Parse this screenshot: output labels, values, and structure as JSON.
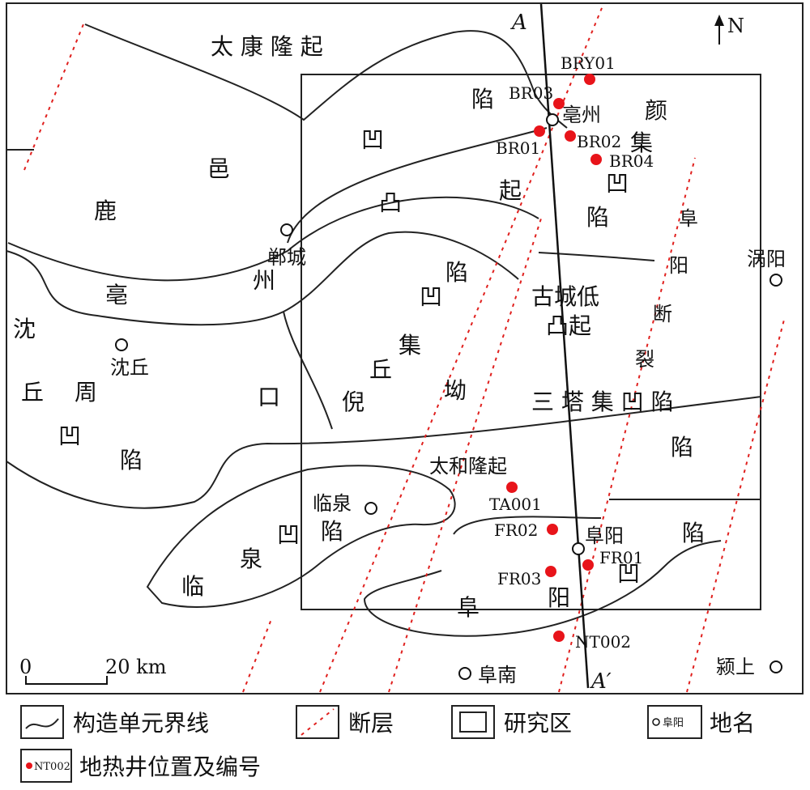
{
  "north_label": "N",
  "section": {
    "start": "A",
    "end": "A′"
  },
  "scale": {
    "zero": "0",
    "distance": "20 km"
  },
  "regions": [
    {
      "id": "taikang",
      "text": "太 康 隆 起"
    },
    {
      "id": "lu",
      "text": "鹿"
    },
    {
      "id": "yi",
      "text": "邑"
    },
    {
      "id": "bo",
      "text": "亳"
    },
    {
      "id": "zhou1",
      "text": "州"
    },
    {
      "id": "shen",
      "text": "沈"
    },
    {
      "id": "qiu1",
      "text": "丘"
    },
    {
      "id": "zhou2",
      "text": "周"
    },
    {
      "id": "ao1",
      "text": "凹"
    },
    {
      "id": "xian1",
      "text": "陷"
    },
    {
      "id": "kou",
      "text": "口"
    },
    {
      "id": "ni",
      "text": "倪"
    },
    {
      "id": "qiu2",
      "text": "丘"
    },
    {
      "id": "ji1",
      "text": "集"
    },
    {
      "id": "ao2",
      "text": "坳"
    },
    {
      "id": "ao3",
      "text": "凹"
    },
    {
      "id": "xian2",
      "text": "陷"
    },
    {
      "id": "xian3",
      "text": "陷"
    },
    {
      "id": "ao4",
      "text": "凹"
    },
    {
      "id": "tu",
      "text": "凸"
    },
    {
      "id": "qi",
      "text": "起"
    },
    {
      "id": "yan",
      "text": "颜"
    },
    {
      "id": "ji2",
      "text": "集"
    },
    {
      "id": "ao5",
      "text": "凹"
    },
    {
      "id": "xian4",
      "text": "陷"
    },
    {
      "id": "gucheng1",
      "text": "古城低"
    },
    {
      "id": "gucheng2",
      "text": "凸起"
    },
    {
      "id": "santa",
      "text": "三 塔 集 凹 陷"
    },
    {
      "id": "xian5",
      "text": "陷"
    },
    {
      "id": "xian6",
      "text": "陷"
    },
    {
      "id": "ao6",
      "text": "凹"
    },
    {
      "id": "fu3",
      "text": "阜"
    },
    {
      "id": "yang3",
      "text": "阳"
    },
    {
      "id": "taihe",
      "text": "太和隆起"
    },
    {
      "id": "lin",
      "text": "临"
    },
    {
      "id": "quan",
      "text": "泉"
    },
    {
      "id": "ao7",
      "text": "凹"
    },
    {
      "id": "xian7",
      "text": "陷"
    },
    {
      "id": "fu1",
      "text": "阜"
    },
    {
      "id": "yang1",
      "text": "阳"
    },
    {
      "id": "duan",
      "text": "断"
    },
    {
      "id": "lie",
      "text": "裂"
    }
  ],
  "places": [
    {
      "id": "bozhou",
      "text": "亳州"
    },
    {
      "id": "dancheng",
      "text": "郸城"
    },
    {
      "id": "guoyang",
      "text": "涡阳"
    },
    {
      "id": "shenqiu",
      "text": "沈丘"
    },
    {
      "id": "linquan",
      "text": "临泉"
    },
    {
      "id": "fuyang",
      "text": "阜阳"
    },
    {
      "id": "funan",
      "text": "阜南"
    },
    {
      "id": "yingshang",
      "text": "颍上"
    }
  ],
  "wells": [
    {
      "id": "BRY01",
      "label": "BRY01"
    },
    {
      "id": "BR03",
      "label": "BR03"
    },
    {
      "id": "BR01",
      "label": "BR01"
    },
    {
      "id": "BR02",
      "label": "BR02"
    },
    {
      "id": "BR04",
      "label": "BR04"
    },
    {
      "id": "TA001",
      "label": "TA001"
    },
    {
      "id": "FR02",
      "label": "FR02"
    },
    {
      "id": "FR01",
      "label": "FR01"
    },
    {
      "id": "FR03",
      "label": "FR03"
    },
    {
      "id": "NT002",
      "label": "NT002"
    }
  ],
  "legend": {
    "boundary": "构造单元界线",
    "fault": "断层",
    "study_area": "研究区",
    "place_sample": "阜阳",
    "place": "地名",
    "well_sample": "NT002",
    "well": "地热井位置及编号"
  },
  "colors": {
    "well": "#e8141a",
    "fault": "#e0201e",
    "line": "#222222"
  }
}
